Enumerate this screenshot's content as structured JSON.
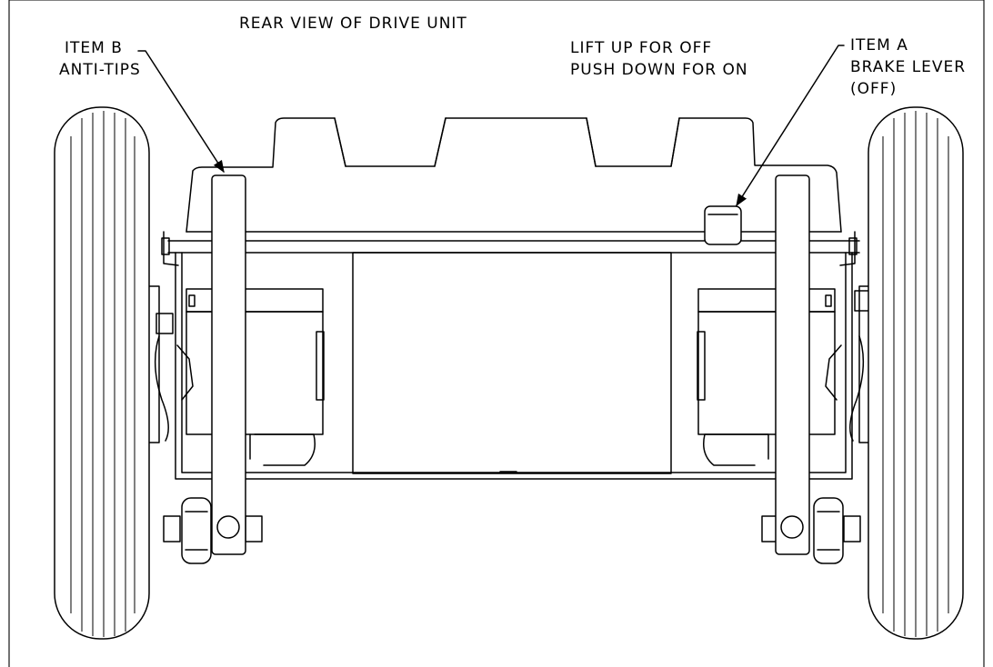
{
  "diagram": {
    "title": "REAR VIEW OF DRIVE UNIT",
    "instruction": {
      "line1": "LIFT UP FOR OFF",
      "line2": "PUSH DOWN FOR ON"
    },
    "callouts": {
      "item_b": {
        "line1": "ITEM B",
        "line2": "ANTI-TIPS"
      },
      "item_a": {
        "line1": "ITEM A",
        "line2": "BRAKE LEVER",
        "line3": "(OFF)"
      }
    }
  }
}
